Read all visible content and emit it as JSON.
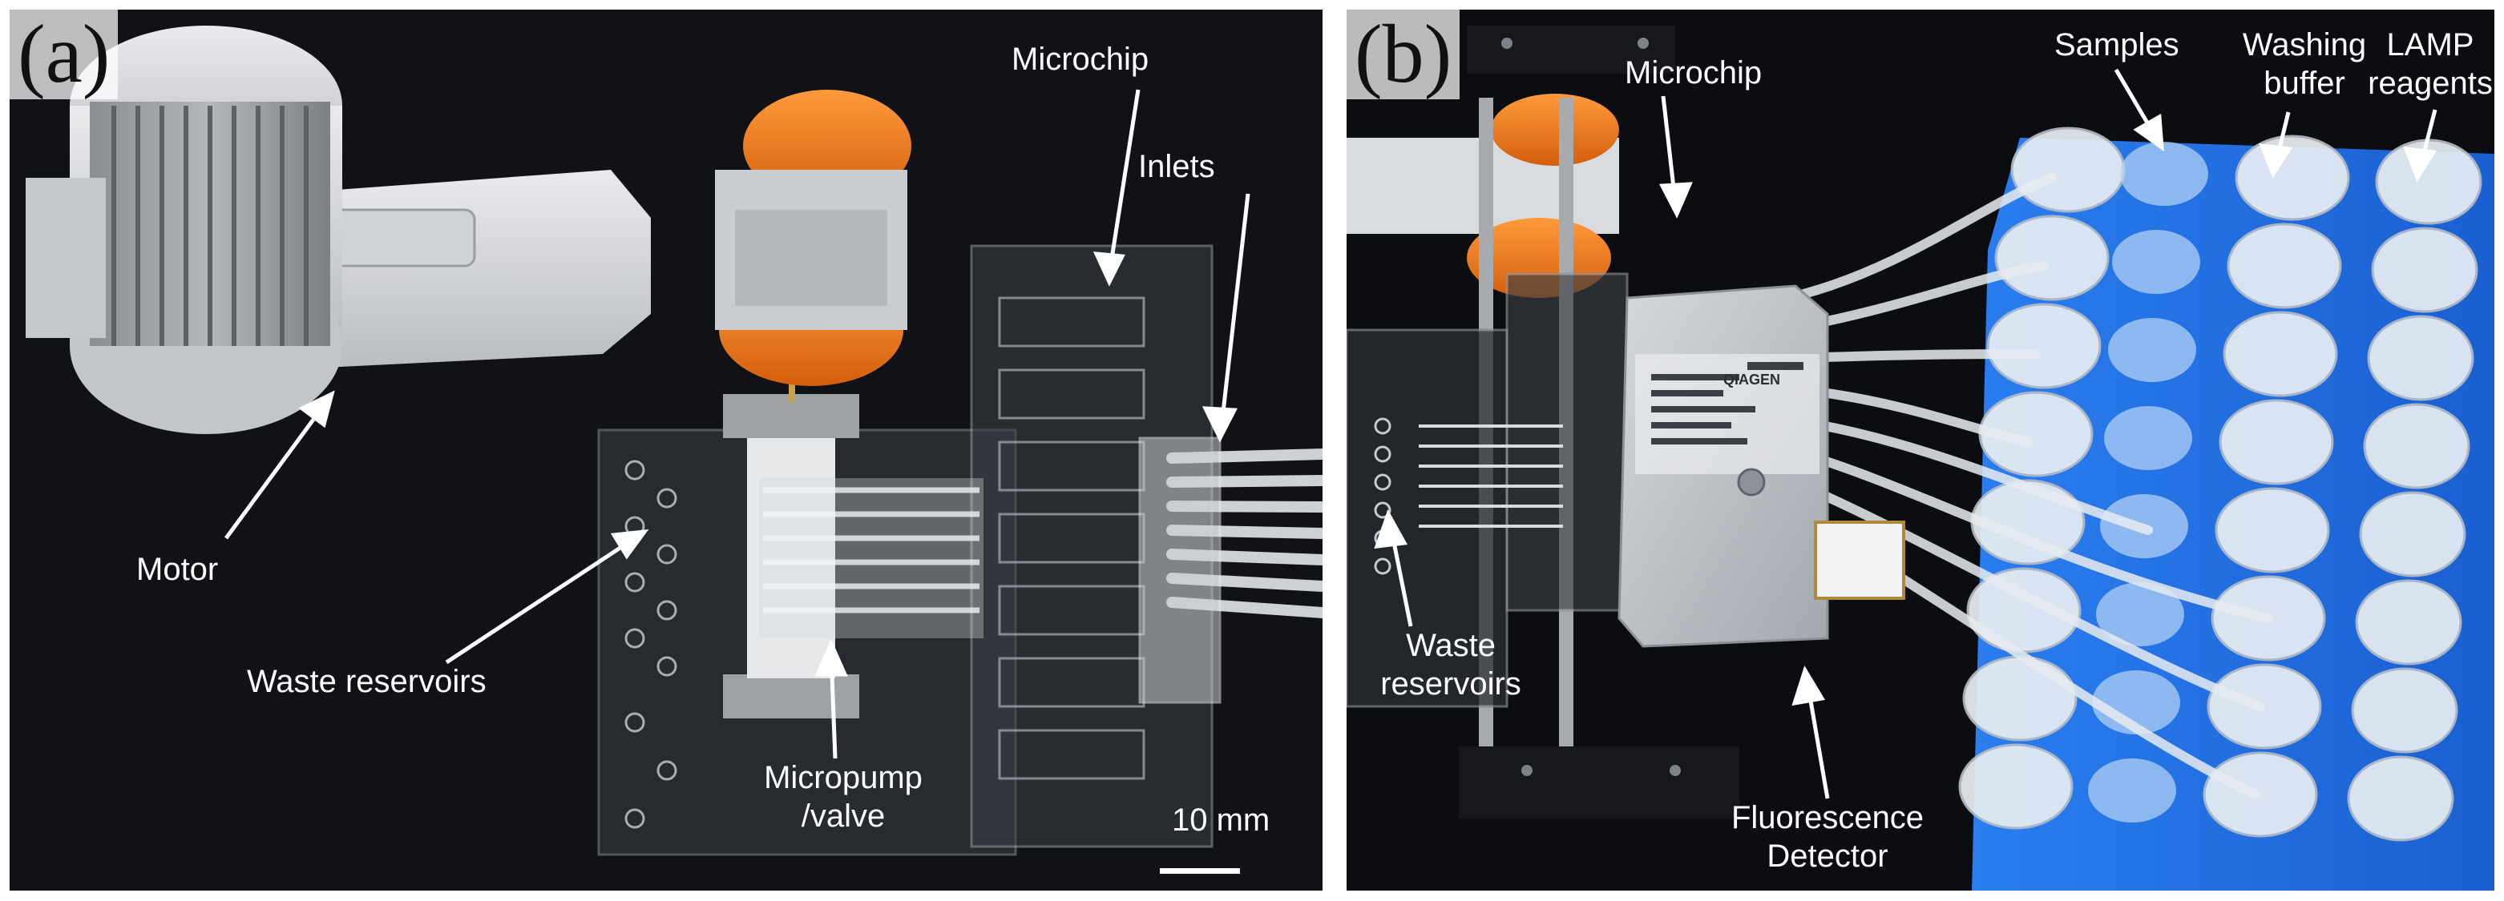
{
  "panel_a": {
    "label": "(a)",
    "annotations": {
      "microchip": "Microchip",
      "inlets": "Inlets",
      "motor": "Motor",
      "waste_reservoirs": "Waste reservoirs",
      "micropump_line1": "Micropump",
      "micropump_line2": "/valve",
      "scale_bar": "10 mm"
    }
  },
  "panel_b": {
    "label": "(b)",
    "annotations": {
      "microchip": "Microchip",
      "samples": "Samples",
      "washing_line1": "Washing",
      "washing_line2": "buffer",
      "lamp_line1": "LAMP",
      "lamp_line2": "reagents",
      "waste_line1": "Waste",
      "waste_line2": "reservoirs",
      "fluor_line1": "Fluorescence",
      "fluor_line2": "Detector"
    },
    "detector_brand": "QIAGEN"
  }
}
